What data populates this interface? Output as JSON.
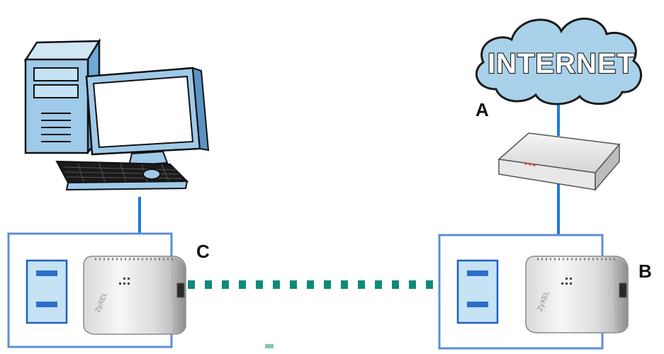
{
  "cloud": {
    "text": "INTERNET"
  },
  "labels": {
    "a": "A",
    "b": "B",
    "c": "C"
  },
  "devices": {
    "brand": "ZyXEL"
  },
  "colors": {
    "link": "#1f78e0",
    "powerline": "#0e8a7a",
    "cloud_fill": "#a9d2ea",
    "panel_border": "#5b8fd8",
    "outlet_fill": "#c5e3f5",
    "computer_blue": "#9fcae8"
  }
}
